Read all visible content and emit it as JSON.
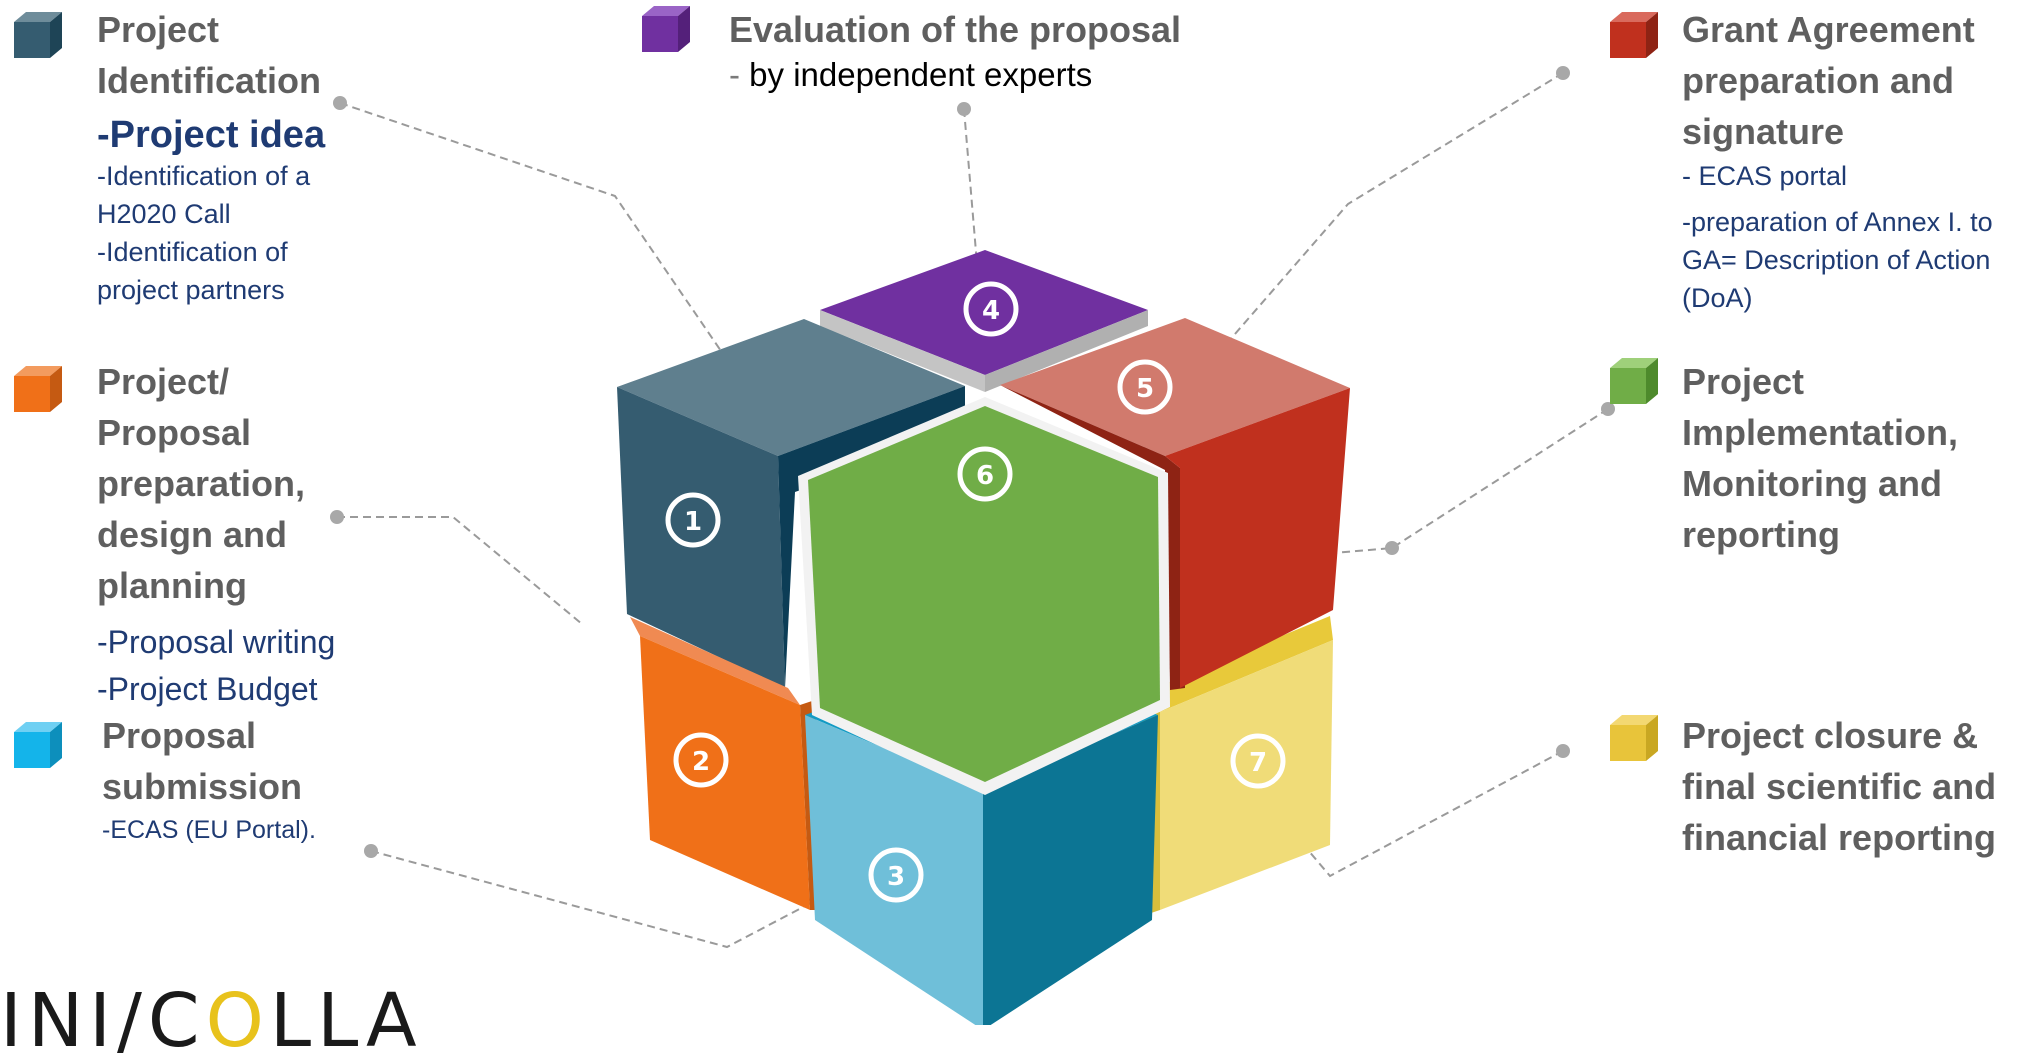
{
  "colors": {
    "step1": "#355c70",
    "step2": "#f07018",
    "step3": "#6fbfd9",
    "step4": "#7030a0",
    "step5": "#c0301e",
    "step6": "#70ad47",
    "step7": "#f0dc78",
    "text_title": "#5f5f5f",
    "text_sub": "#1f3b73",
    "connector": "#9a9a9a"
  },
  "steps": [
    {
      "number": "1",
      "title_lines": [
        "Project",
        "Identification"
      ],
      "details": [
        "-Project idea",
        "-Identification of a",
        "H2020 Call",
        "-Identification of",
        "project partners"
      ]
    },
    {
      "number": "2",
      "title_lines": [
        "Project/",
        "Proposal",
        "preparation,",
        "design and",
        "planning"
      ],
      "details": [
        "-Proposal writing",
        "-Project Budget"
      ]
    },
    {
      "number": "3",
      "title_lines": [
        "Proposal",
        "submission"
      ],
      "details": [
        "-ECAS (EU Portal)."
      ]
    },
    {
      "number": "4",
      "title": "Evaluation of the proposal",
      "detail_dash": "-",
      "detail": " by independent experts"
    },
    {
      "number": "5",
      "title_lines": [
        "Grant Agreement",
        "preparation and",
        "signature"
      ],
      "details": [
        "- ECAS portal",
        "-preparation of Annex I. to",
        "GA= Description of Action",
        "(DoA)"
      ]
    },
    {
      "number": "6",
      "title_lines": [
        "Project",
        "Implementation,",
        "Monitoring and",
        "reporting"
      ]
    },
    {
      "number": "7",
      "title_lines": [
        "Project closure &",
        "final scientific and",
        "financial reporting"
      ]
    }
  ],
  "logo": {
    "text_before": "INI/C",
    "text_o": "O",
    "text_after": "LLA"
  }
}
